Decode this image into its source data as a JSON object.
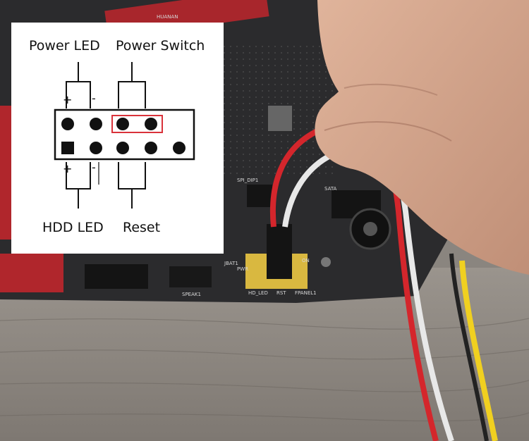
{
  "pinout": {
    "power_led": "Power LED",
    "power_switch": "Power Switch",
    "hdd_led": "HDD LED",
    "reset": "Reset",
    "plus_top": "+",
    "minus_top": "-",
    "plus_bottom": "+",
    "minus_bottom": "-"
  },
  "board_labels": {
    "spi": "SPI_DIP1",
    "sata": "SATA",
    "bat": "JBAT1",
    "spk": "SPEAK1",
    "pwr": "PWR",
    "hd_led": "HD_LED",
    "rst": "RST",
    "fpanel": "FPANEL1",
    "on": "ON",
    "brand": "HUANAN"
  },
  "colors": {
    "highlight_box": "#d9323a",
    "wire_red": "#d4262c",
    "wire_white": "#e8e8e8",
    "wire_yellow": "#f0d020",
    "pcb": "#2b2b2d"
  }
}
